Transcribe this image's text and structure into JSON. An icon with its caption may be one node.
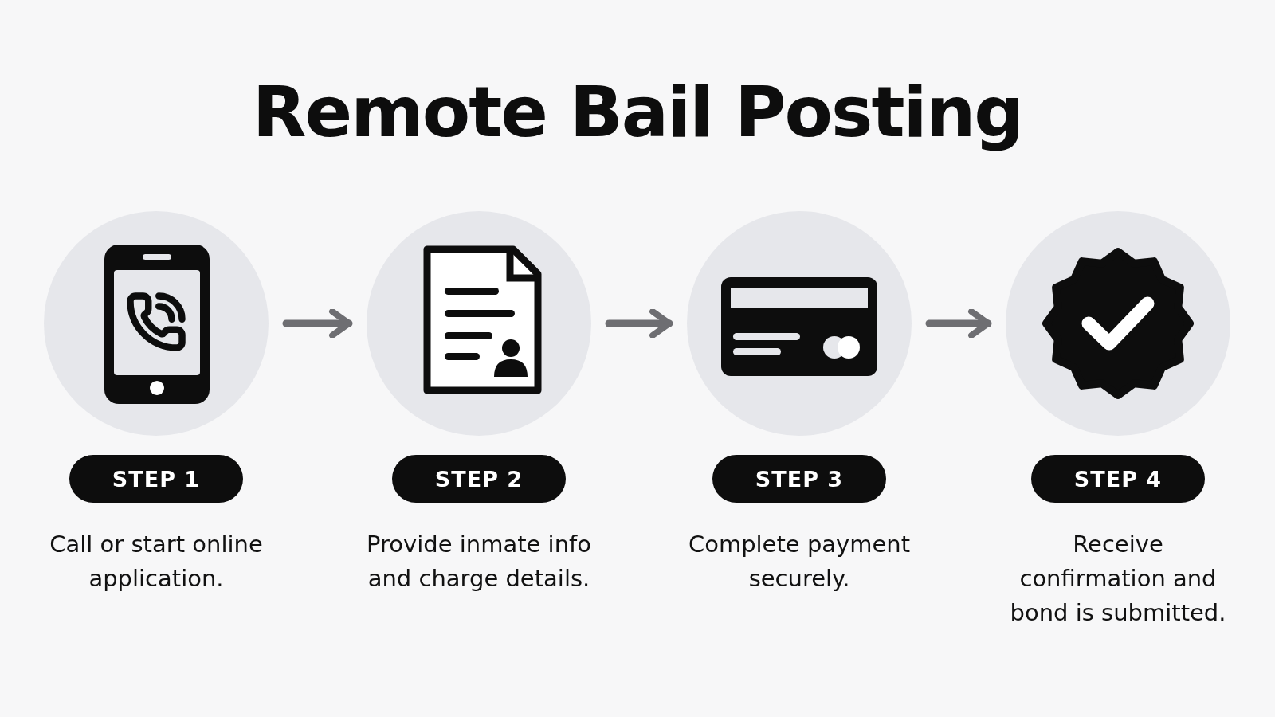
{
  "diagram": {
    "title": "Remote Bail Posting",
    "nodes": [
      {
        "text": [],
        "shape": "circle",
        "beside": [
          "STEP 1",
          "Call or start online application."
        ]
      },
      {
        "text": [],
        "shape": "circle",
        "beside": [
          "STEP 2",
          "Provide inmate info and charge details."
        ]
      },
      {
        "text": [],
        "shape": "circle",
        "beside": [
          "STEP 3",
          "Complete payment securely."
        ]
      },
      {
        "text": [],
        "shape": "circle",
        "beside": [
          "STEP 4",
          "Receive confirmation and bond is submitted."
        ]
      }
    ],
    "edges": [
      {
        "from": 0,
        "to": 1,
        "arrow": "to"
      },
      {
        "from": 1,
        "to": 2,
        "arrow": "to"
      },
      {
        "from": 2,
        "to": 3,
        "arrow": "to"
      }
    ]
  }
}
